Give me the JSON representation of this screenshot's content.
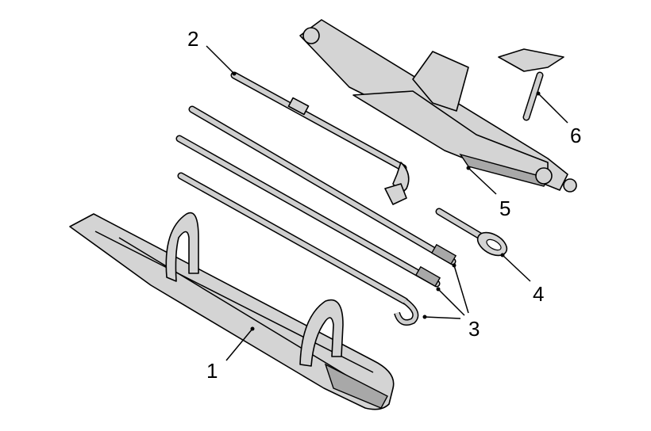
{
  "callouts": {
    "tool_bag": "1",
    "wheel_wrench": "2",
    "extension_rods": "3",
    "towing_eye": "4",
    "jack": "5",
    "jack_handle": "6"
  }
}
